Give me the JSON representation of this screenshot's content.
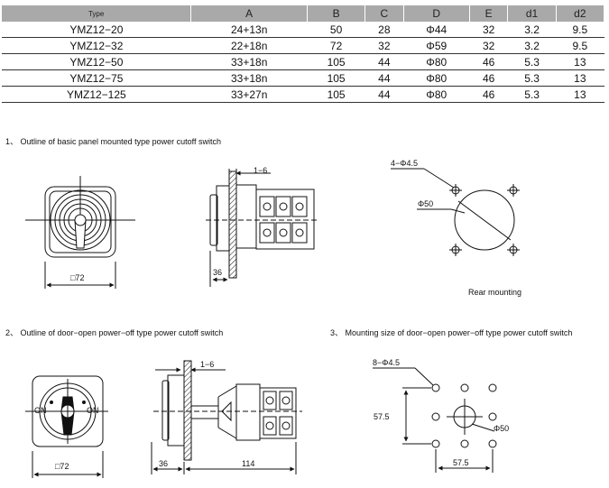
{
  "table": {
    "headers": [
      "Type",
      "A",
      "B",
      "C",
      "D",
      "E",
      "d1",
      "d2"
    ],
    "rows": [
      [
        "YMZ12−20",
        "24+13n",
        "50",
        "28",
        "Φ44",
        "32",
        "3.2",
        "9.5"
      ],
      [
        "YMZ12−32",
        "22+18n",
        "72",
        "32",
        "Φ59",
        "32",
        "3.2",
        "9.5"
      ],
      [
        "YMZ12−50",
        "33+18n",
        "105",
        "44",
        "Φ80",
        "46",
        "5.3",
        "13"
      ],
      [
        "YMZ12−75",
        "33+18n",
        "105",
        "44",
        "Φ80",
        "46",
        "5.3",
        "13"
      ],
      [
        "YMZ12−125",
        "33+27n",
        "105",
        "44",
        "Φ80",
        "46",
        "5.3",
        "13"
      ]
    ]
  },
  "section1": {
    "caption": "1、 Outline of basic panel mounted type power cutoff switch",
    "front_dim": "□72",
    "side_dim_thickness": "1−6",
    "side_dim_depth": "36",
    "holes_label": "4−Φ4.5",
    "circle_label": "Φ50",
    "rear_caption": "Rear mounting"
  },
  "section2": {
    "caption": "2、 Outline of door−open power−off type power cutoff switch",
    "front_dim": "□72",
    "on_left": "ON",
    "on_right": "ON",
    "side_dim_thickness": "1−6",
    "side_dim_depth": "36",
    "side_dim_length": "114"
  },
  "section3": {
    "caption": "3、 Mounting size of door−open power−off type power cutoff switch",
    "holes_label": "8−Φ4.5",
    "circle_label": "Φ50",
    "dim_vertical": "57.5",
    "dim_horizontal": "57.5"
  }
}
